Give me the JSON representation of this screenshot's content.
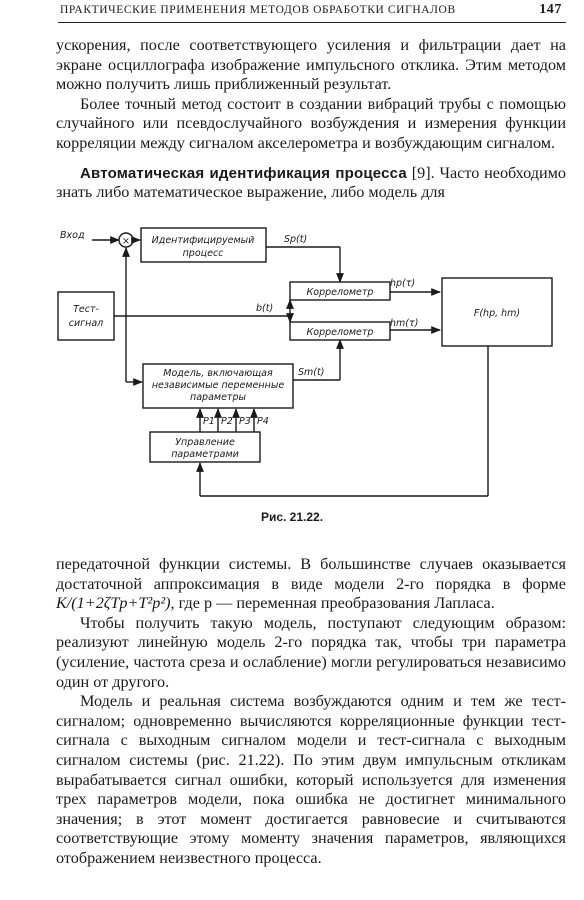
{
  "header": {
    "title": "ПРАКТИЧЕСКИЕ ПРИМЕНЕНИЯ МЕТОДОВ ОБРАБОТКИ СИГНАЛОВ",
    "page_number": "147"
  },
  "top_paragraphs": [
    "ускорения, после соответствующего усиления и фильтрации дает на экране осциллографа изображение импульсного отклика. Этим методом можно получить лишь приближенный результат.",
    "Более точный метод состоит в создании вибраций трубы с помощью случайного или псевдослучайного возбуждения и измерения функции корреляции между сигналом акселерометра и возбуждающим сигналом."
  ],
  "section": {
    "heading": "Автоматическая идентификация процесса",
    "ref": "[9].",
    "text": "Часто необходимо знать либо математическое выражение, либо модель для"
  },
  "figure": {
    "input_label": "Вход",
    "multiplier": "×",
    "identified_process": [
      "Идентифицируемый",
      "процесс"
    ],
    "sp_label": "Sp(t)",
    "correlator1": "Коррелометр",
    "hp_label": "hp(τ)",
    "test_signal": [
      "Тест-",
      "сигнал"
    ],
    "b_label": "b(t)",
    "correlator2": "Коррелометр",
    "hm_label": "hm(τ)",
    "function_block": "F(hp, hm)",
    "model": [
      "Модель, включающая",
      "независимые переменные",
      "параметры"
    ],
    "sm_label": "Sm(t)",
    "params": [
      "P1",
      "P2",
      "P3",
      "P4"
    ],
    "control": [
      "Управление",
      "параметрами"
    ],
    "caption": "Рис. 21.22."
  },
  "bottom": {
    "p1_before": "передаточной функции системы. В большинстве случаев оказывается достаточной аппроксимация в виде модели 2-го порядка в форме",
    "p1_formula": "K/(1+2ζTp+T²p²),",
    "p1_after": "где p — переменная преобразования Лапласа.",
    "p2": "Чтобы получить такую модель, поступают следующим образом: реализуют линейную модель 2-го порядка так, чтобы три параметра (усиление, частота среза и ослабление) могли регулироваться независимо один от другого.",
    "p3": "Модель и реальная система возбуждаются одним и тем же тест-сигналом; одновременно вычисляются корреляционные функции тест-сигнала с выходным сигналом модели и тест-сигнала с выходным сигналом системы (рис. 21.22). По этим двум импульсным откликам вырабатывается сигнал ошибки, который используется для изменения трех параметров модели, пока ошибка не достигнет минимального значения; в этот момент достигается равновесие и считываются соответствующие этому моменту значения параметров, являющихся отображением неизвестного процесса."
  }
}
